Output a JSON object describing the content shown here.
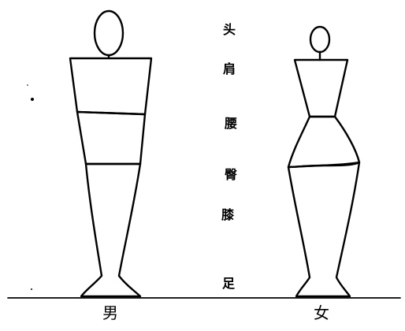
{
  "body_parts": {
    "head": "头",
    "shoulder": "肩",
    "waist": "腰",
    "hip": "臀",
    "knee": "膝",
    "foot": "足"
  },
  "figures": {
    "male_label": "男",
    "female_label": "女"
  }
}
